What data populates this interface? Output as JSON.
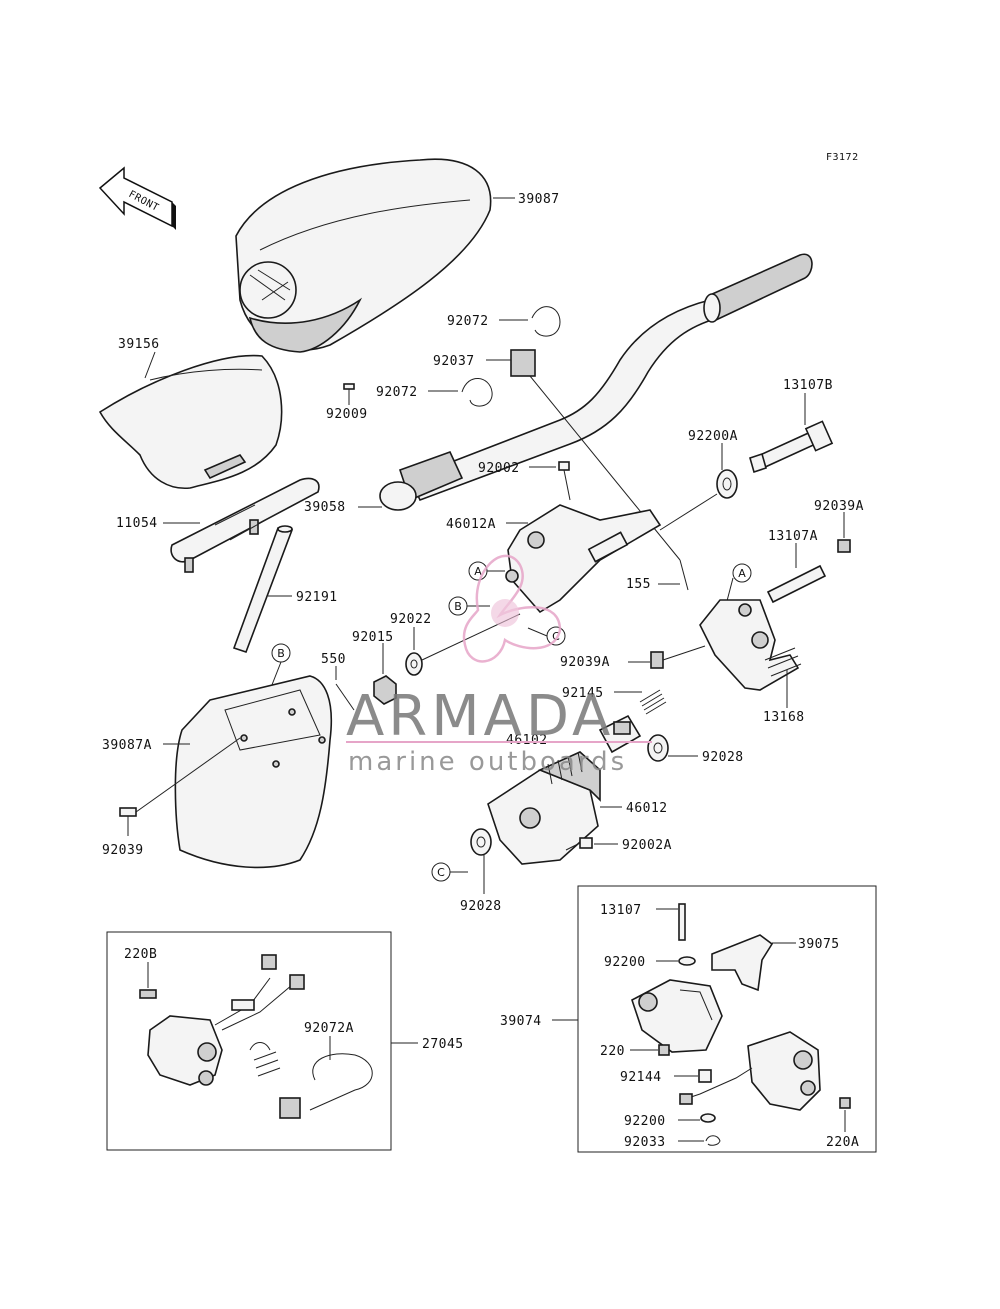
{
  "figure_code": "F3172",
  "front_arrow": {
    "text": "FRONT"
  },
  "watermark": {
    "brand": "ARMADA",
    "tagline": "marine outboards",
    "brand_color": "#e6a5c8",
    "text_color": "#777777"
  },
  "ref_marks": {
    "a": "A",
    "b": "B",
    "c": "C"
  },
  "parts": {
    "p39087": "39087",
    "p39156": "39156",
    "p92072_top": "92072",
    "p92037": "92037",
    "p92072_mid": "92072",
    "p13107B": "13107B",
    "p92009": "92009",
    "p92200A": "92200A",
    "p92002": "92002",
    "p92039A_top": "92039A",
    "p39058": "39058",
    "p11054": "11054",
    "p46012A": "46012A",
    "p13107A": "13107A",
    "p155": "155",
    "p92191": "92191",
    "p92022": "92022",
    "p92015": "92015",
    "p550": "550",
    "p92039A_mid": "92039A",
    "p92145": "92145",
    "p13168": "13168",
    "p39087A": "39087A",
    "p46102": "46102",
    "p92028_right": "92028",
    "p46012": "46012",
    "p92039": "92039",
    "p92002A": "92002A",
    "p92028_bottom": "92028",
    "p13107": "13107",
    "p220B": "220B",
    "p39075": "39075",
    "p92200_top": "92200",
    "p92072A": "92072A",
    "p27045": "27045",
    "p39074": "39074",
    "p220": "220",
    "p92144": "92144",
    "p92200_bottom": "92200",
    "p220A": "220A",
    "p92033": "92033"
  }
}
